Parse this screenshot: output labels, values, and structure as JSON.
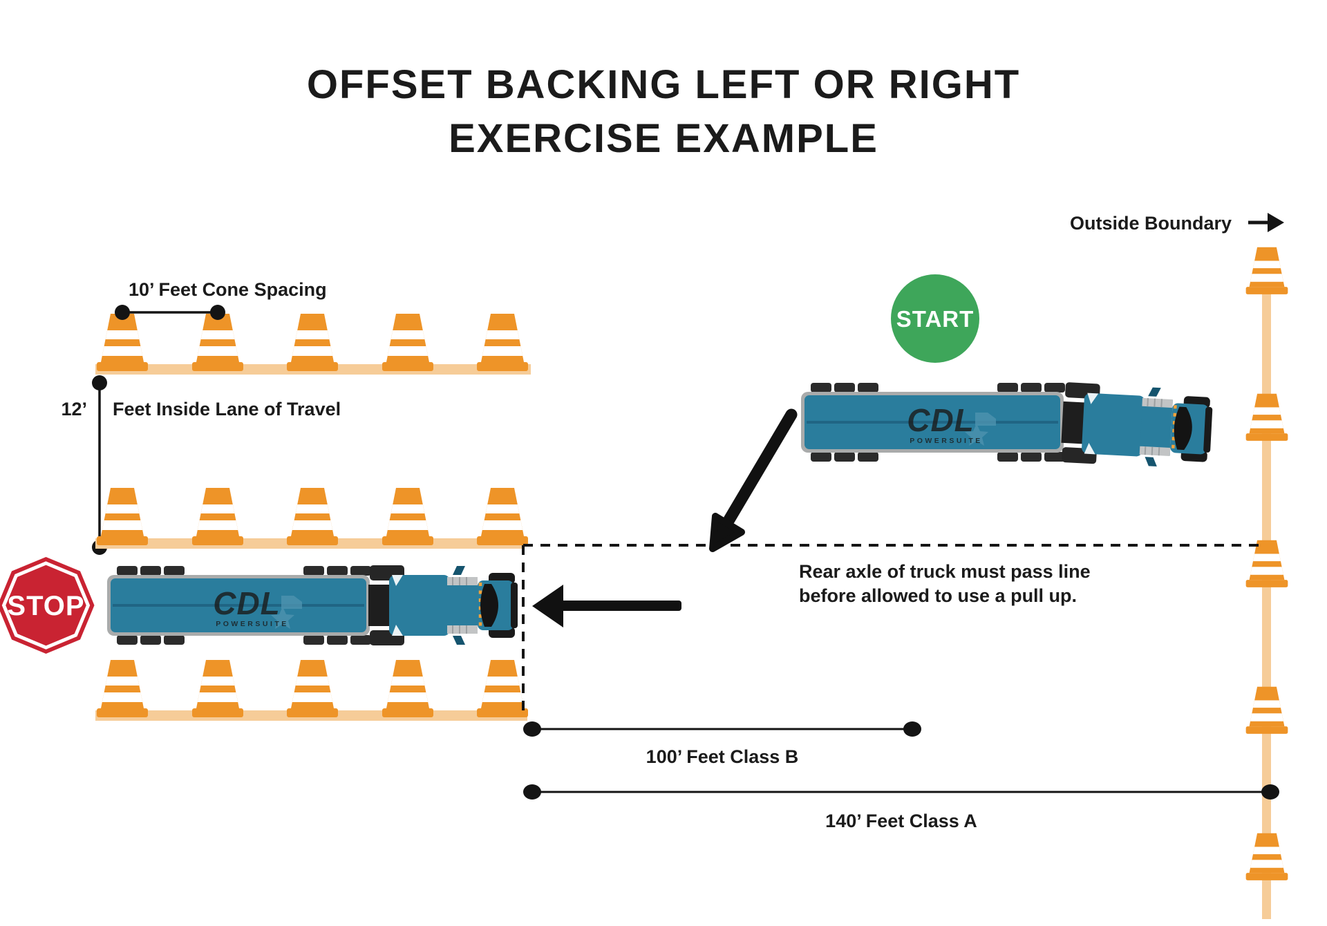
{
  "title": {
    "line1": "OFFSET BACKING LEFT OR RIGHT",
    "line2": "EXERCISE EXAMPLE"
  },
  "labels": {
    "cone_spacing": "10’ Feet Cone Spacing",
    "lane_width_value": "12’",
    "lane_width_text": "Feet Inside Lane of Travel",
    "outside_boundary": "Outside Boundary",
    "rear_axle_line1": "Rear axle of truck must pass line",
    "rear_axle_line2": "before allowed to use a pull up.",
    "class_b": "100’ Feet Class B",
    "class_a": "140’ Feet Class A"
  },
  "badges": {
    "start": "START",
    "stop": "STOP"
  },
  "truck_logo": {
    "brand": "CDL",
    "sub": "POWERSUITE"
  },
  "colors": {
    "cone_orange": "#EE9428",
    "lane_tan": "#F6CC98",
    "truck_teal": "#2A7D9D",
    "truck_teal_dark": "#1E6080",
    "logo_teal": "#4E93AF",
    "trailer_gray": "#A9ABAB",
    "start_green": "#3EA65A",
    "stop_red": "#C92332",
    "ink": "#1B1B1B"
  }
}
